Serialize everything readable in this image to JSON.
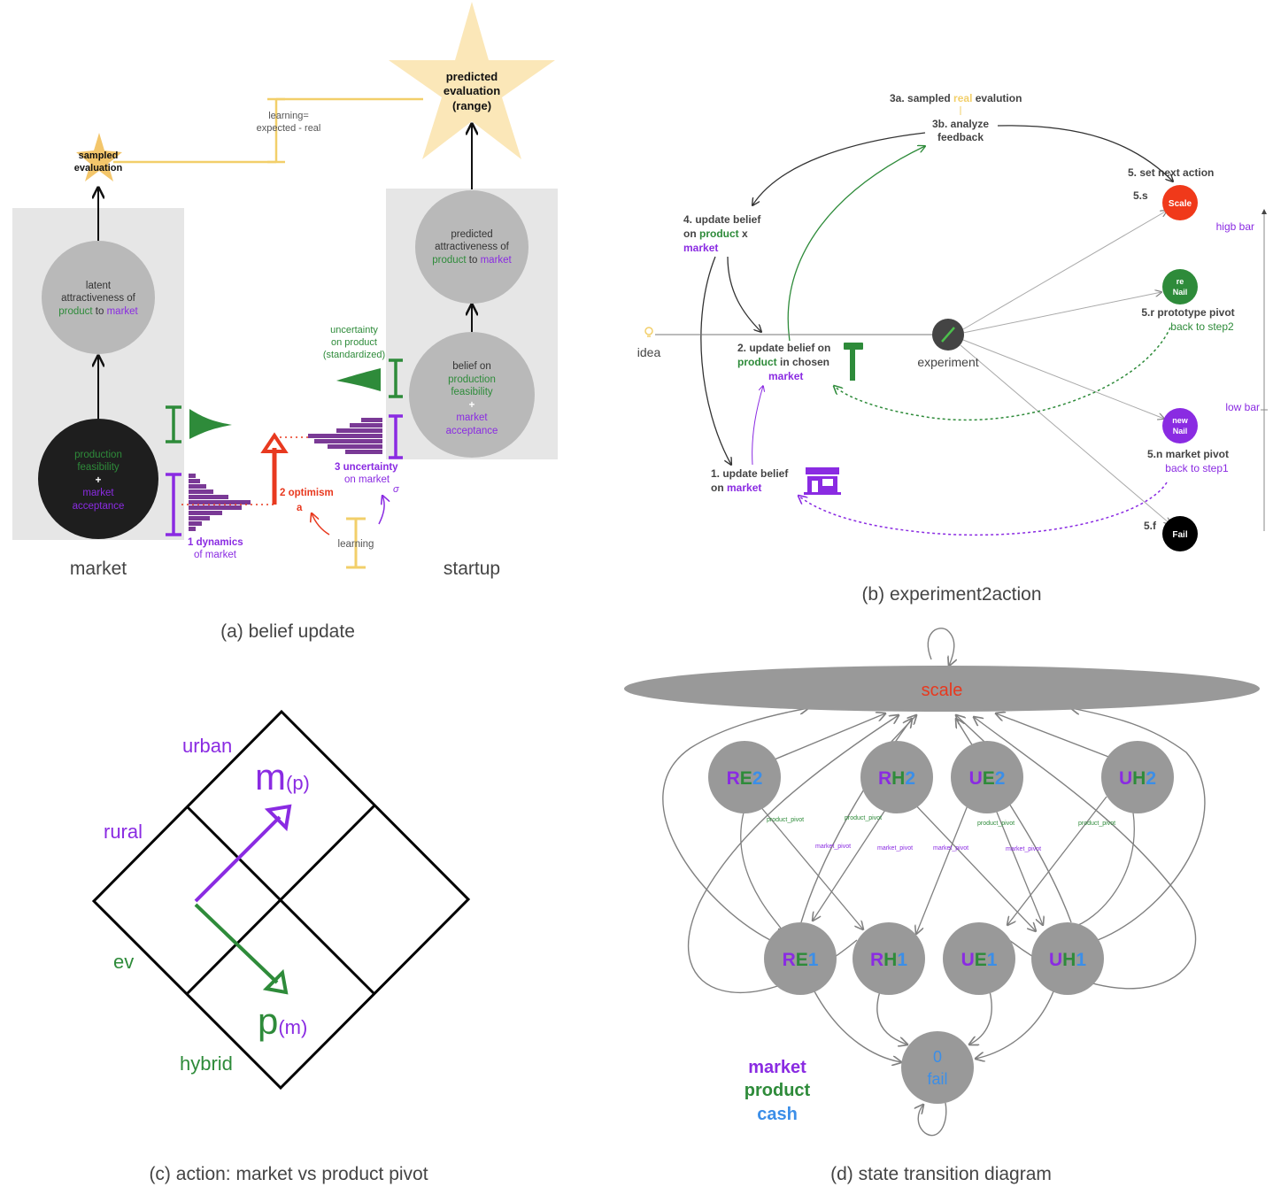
{
  "colors": {
    "green": "#2e8b3a",
    "purple": "#8a2be2",
    "red": "#e8391f",
    "yellow": "#f2cf6a",
    "star": "#fbe7b8",
    "gray_node": "#b9b9b9",
    "panel": "#e6e6e6",
    "dark_node": "#1e1e1e",
    "blue": "#3b8ee8",
    "state_node": "#999999"
  },
  "panel_a": {
    "caption": "(a) belief update",
    "market_label": "market",
    "startup_label": "startup",
    "sampled": {
      "l1": "sampled",
      "l2": "evaluation"
    },
    "predicted": {
      "l1": "predicted",
      "l2": "evaluation",
      "l3": "(range)"
    },
    "learning_top": {
      "l1": "learning=",
      "l2": "expected - real"
    },
    "latent": {
      "l1": "latent",
      "l2": "attractiveness of",
      "w1": "product",
      "w2": "to",
      "w3": "market"
    },
    "production": {
      "l1": "production",
      "l2": "feasibility",
      "plus": "+",
      "l3": "market",
      "l4": "acceptance"
    },
    "pred_attr": {
      "l1": "predicted",
      "l2": "attractiveness of",
      "w1": "product",
      "w2": "to",
      "w3": "market"
    },
    "belief": {
      "l1": "belief on",
      "l2": "production",
      "l3": "feasibility",
      "plus": "+",
      "l4": "market",
      "l5": "acceptance"
    },
    "unc_product": {
      "l1": "uncertainty",
      "l2": "on product",
      "l3": "(standardized)"
    },
    "dynamics": {
      "l1": "1 dynamics",
      "l2": "of market"
    },
    "optimism": {
      "l1": "2 optimism",
      "a": "a"
    },
    "unc_market": {
      "l1": "3 uncertainty",
      "l2": "on market",
      "sigma": "σ"
    },
    "learning_bottom": "learning"
  },
  "panel_b": {
    "caption": "(b) experiment2action",
    "step3a": {
      "pre": "3a. sampled ",
      "real": "real",
      "post": " evalution"
    },
    "step3b": {
      "l1": "3b. analyze",
      "l2": "feedback"
    },
    "step4": {
      "l1": "4. update belief",
      "l2a": "on ",
      "l2b": "product",
      "l2c": " x",
      "l3": "market"
    },
    "step5": "5. set next action",
    "s5s": "5.s",
    "scale_node": "Scale",
    "renail": {
      "l1": "re",
      "l2": "Nail"
    },
    "s5r": {
      "l1": "5.r prototype pivot",
      "l2": "back to step2"
    },
    "idea": "idea",
    "step2": {
      "l1": "2. update belief on",
      "l2a": "product",
      "l2b": " in chosen",
      "l3": "market"
    },
    "experiment": "experiment",
    "newnail": {
      "l1": "new",
      "l2": "Nail"
    },
    "s5n": {
      "l1": "5.n market pivot",
      "l2": "back to step1"
    },
    "step1": {
      "l1": "1. update belief",
      "l2a": "on ",
      "l2b": "market"
    },
    "s5f": "5.f",
    "fail_node": "Fail",
    "high_bar": "higb bar",
    "low_bar": "low bar"
  },
  "panel_c": {
    "caption": "(c) action: market vs product pivot",
    "urban": "urban",
    "rural": "rural",
    "ev": "ev",
    "hybrid": "hybrid",
    "m": "m",
    "m_sub": "(p)",
    "p": "p",
    "p_sub": "(m)"
  },
  "panel_d": {
    "caption": "(d) state transition diagram",
    "scale": "scale",
    "top_nodes": [
      {
        "a": "R",
        "b": "E",
        "c": "2"
      },
      {
        "a": "R",
        "b": "H",
        "c": "2"
      },
      {
        "a": "U",
        "b": "E",
        "c": "2"
      },
      {
        "a": "U",
        "b": "H",
        "c": "2"
      }
    ],
    "bottom_nodes": [
      {
        "a": "R",
        "b": "E",
        "c": "1"
      },
      {
        "a": "R",
        "b": "H",
        "c": "1"
      },
      {
        "a": "U",
        "b": "E",
        "c": "1"
      },
      {
        "a": "U",
        "b": "H",
        "c": "1"
      }
    ],
    "fail": {
      "l1": "0",
      "l2": "fail"
    },
    "legend": {
      "market": "market",
      "product": "product",
      "cash": "cash"
    },
    "edge_labels": {
      "product_pivot": "product_pivot",
      "market_pivot": "market_pivot"
    }
  }
}
